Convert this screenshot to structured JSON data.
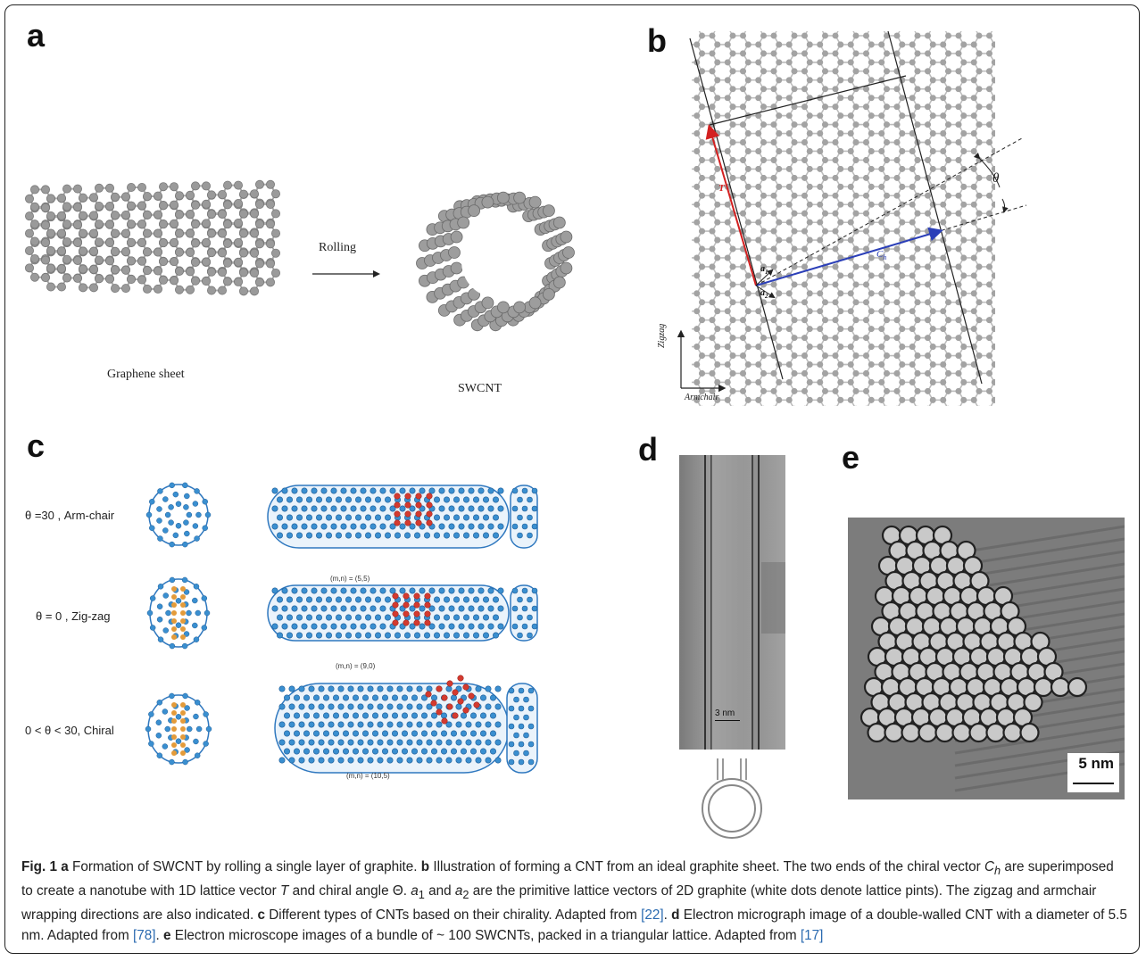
{
  "panels": {
    "a": {
      "label": "a",
      "sheet_label": "Graphene sheet",
      "arrow_label": "Rolling",
      "tube_label": "SWCNT"
    },
    "b": {
      "label": "b",
      "T_label": "T",
      "Ch_label": "C",
      "Ch_sub": "h",
      "a1_label": "a",
      "a1_sub": "1",
      "a2_label": "a",
      "a2_sub": "2",
      "theta_label": "θ",
      "zigzag_label": "Zigzag",
      "armchair_label": "Armchair"
    },
    "c": {
      "label": "c",
      "rows": [
        {
          "angle": "θ =30 , Arm-chair",
          "index": "(m,n) = (5,5)"
        },
        {
          "angle": "θ = 0 , Zig-zag",
          "index": "(m,n) = (9,0)"
        },
        {
          "angle": "0 < θ < 30, Chiral",
          "index": "(m,n) = (10,5)"
        }
      ]
    },
    "d": {
      "label": "d",
      "scale": "3 nm"
    },
    "e": {
      "label": "e",
      "scale": "5 nm"
    }
  },
  "caption": {
    "fig": "Fig. 1",
    "a_tag": "a",
    "a_text": " Formation of SWCNT by rolling a single layer of graphite. ",
    "b_tag": "b",
    "b_text_1": " Illustration of forming a CNT from an ideal graphite sheet. The two ends of the chiral vector ",
    "b_Ch": "C",
    "b_Ch_sub": "h",
    "b_text_2": " are superimposed to create a nanotube with 1D lattice vector ",
    "b_T": "T",
    "b_text_3": " and chiral angle Θ. ",
    "b_a1": "a",
    "b_a1_sub": "1",
    "b_text_4": " and ",
    "b_a2": "a",
    "b_a2_sub": "2",
    "b_text_5": " are the primitive lattice vectors of 2D graphite (white dots denote lattice pints). The zigzag and armchair wrapping directions are also indicated. ",
    "c_tag": "c",
    "c_text": " Different types of CNTs based on their chirality. Adapted from ",
    "c_ref": "[22]",
    "c_end": ". ",
    "d_tag": "d",
    "d_text": " Electron micrograph image of a double-walled CNT with a diameter of 5.5 nm. Adapted from ",
    "d_ref": "[78]",
    "d_end": ". ",
    "e_tag": "e",
    "e_text": " Electron microscope images of a bundle of ~ 100 SWCNTs, packed in a triangular lattice. Adapted from ",
    "e_ref": "[17]"
  },
  "colors": {
    "frame": "#222222",
    "atom_gray": "#9a9a9a",
    "atom_blue": "#3a8fd0",
    "atom_red": "#d33a2f",
    "atom_orange": "#e49b3a",
    "vector_T": "#d32020",
    "vector_Ch": "#2b3fb8",
    "ref_link": "#2a6ab0"
  }
}
